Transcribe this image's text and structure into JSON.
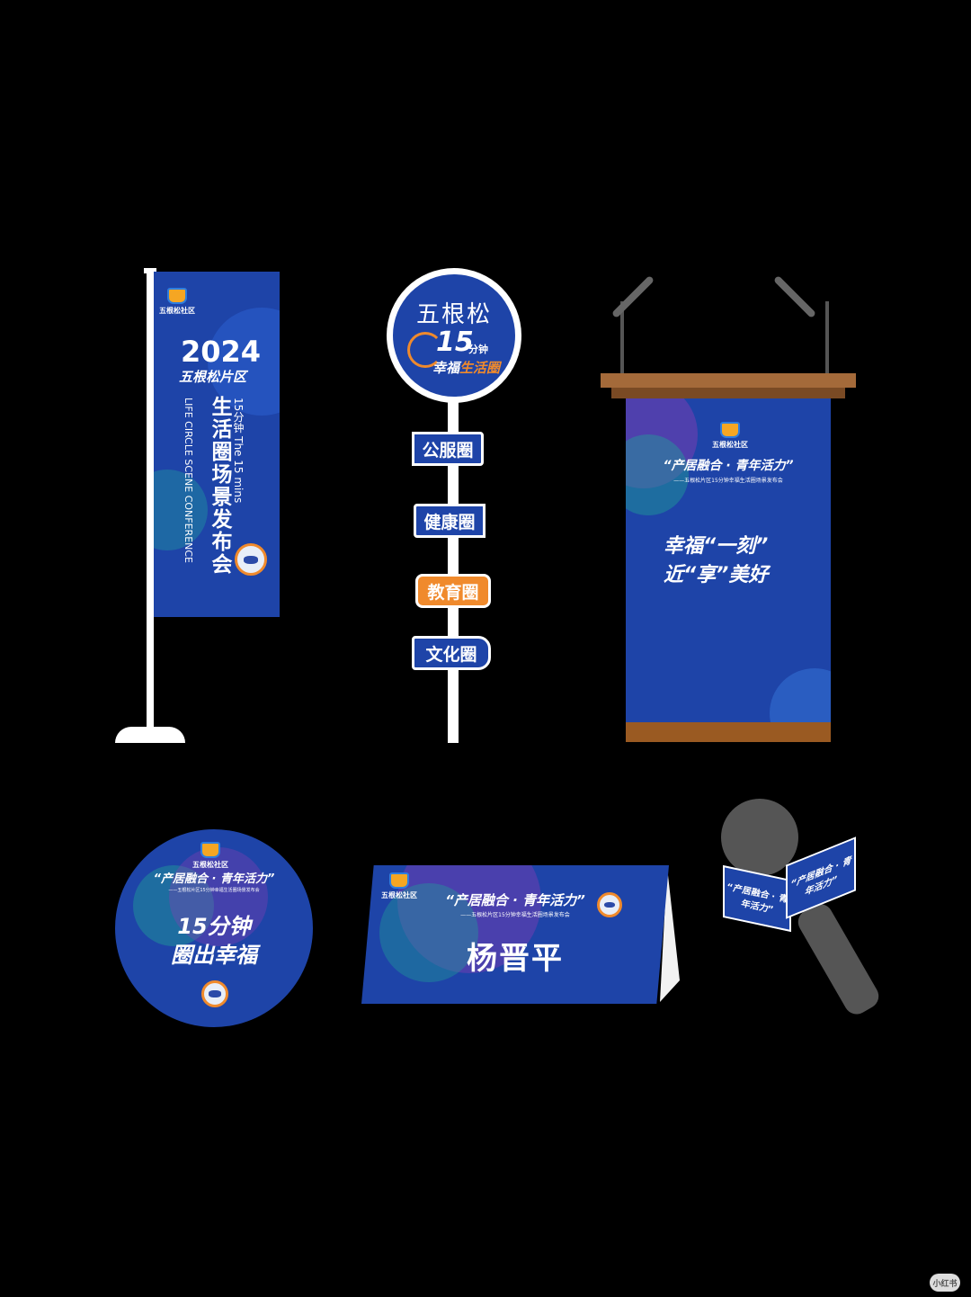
{
  "colors": {
    "brand_blue": "#1e44a8",
    "accent_orange": "#f08a2c",
    "bg": "#000000",
    "wood": "#a46a3a",
    "mic_grey": "#555555"
  },
  "brand": {
    "logo_text": "五根松社区"
  },
  "flag": {
    "year": "2024",
    "district": "五根松片区",
    "line_cn_small": "15分钟",
    "line_en": "The 15 mins",
    "line_main": "生活圈场景发布会",
    "line_en_vertical": "LIFE CIRCLE SCENE CONFERENCE"
  },
  "signpost": {
    "top": "五根松",
    "big_num": "15",
    "unit": "分钟",
    "sub_white": "幸福",
    "sub_orange": "生活圈",
    "arrows": [
      "公服圈",
      "健康圈",
      "教育圈",
      "文化圈"
    ]
  },
  "podium": {
    "headline": "“产居融合 · 青年活力”",
    "subline": "——五根松片区15分钟幸福生活圈场景发布会",
    "line1": "幸福“一刻”",
    "line2": "近“享”美好"
  },
  "round_sign": {
    "headline": "“产居融合 · 青年活力”",
    "subline": "——五根松片区15分钟幸福生活圈场景发布会",
    "line1": "15分钟",
    "line2": "圈出幸福"
  },
  "name_card": {
    "headline": "“产居融合 · 青年活力”",
    "subline": "——五根松片区15分钟幸福生活圈场景发布会",
    "name": "杨晋平"
  },
  "mic_flag": {
    "text": "“产居融合 · 青年活力”"
  },
  "watermark": "小红书"
}
